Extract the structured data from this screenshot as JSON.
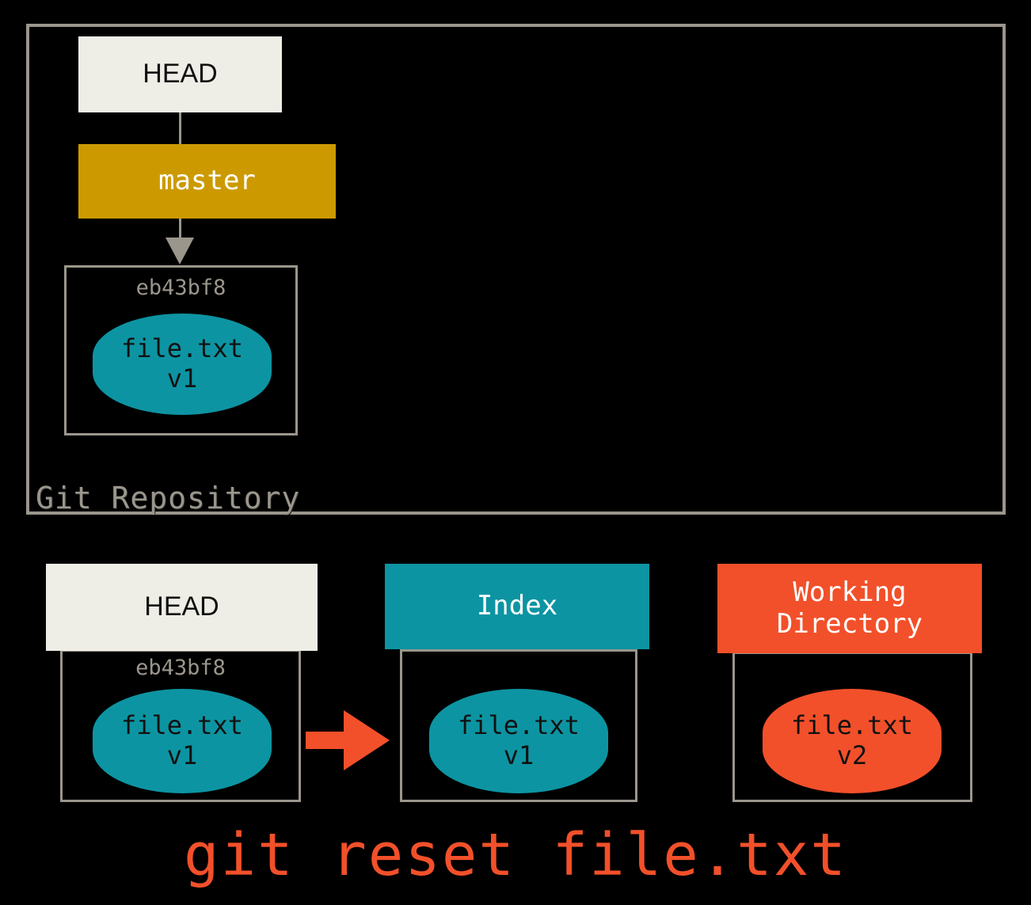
{
  "diagram": {
    "title_caption": "git reset file.txt",
    "background_color": "#000000",
    "colors": {
      "frame_gray": "#9b968c",
      "head_cream": "#eeeee6",
      "branch_gold": "#cc9a00",
      "index_teal": "#0d94a2",
      "working_orange": "#f2502a",
      "text_dark": "#111111",
      "text_light": "#ffffff"
    }
  },
  "repository": {
    "label": "Git Repository",
    "head_pointer": {
      "label": "HEAD"
    },
    "branch": {
      "label": "master"
    },
    "commit": {
      "hash": "eb43bf8",
      "file": {
        "name": "file.txt",
        "version": "v1"
      }
    }
  },
  "trees": {
    "columns": [
      {
        "id": "head",
        "header": "HEAD",
        "header_lines": [
          "HEAD"
        ],
        "hash": "eb43bf8",
        "file": {
          "name": "file.txt",
          "version": "v1"
        },
        "color": "#0d94a2"
      },
      {
        "id": "index",
        "header": "Index",
        "header_lines": [
          "Index"
        ],
        "hash": "",
        "file": {
          "name": "file.txt",
          "version": "v1"
        },
        "color": "#0d94a2"
      },
      {
        "id": "working-directory",
        "header": "Working Directory",
        "header_lines": [
          "Working",
          "Directory"
        ],
        "hash": "",
        "file": {
          "name": "file.txt",
          "version": "v2"
        },
        "color": "#f2502a"
      }
    ],
    "transfer_arrow": {
      "from": "head",
      "to": "index",
      "icon": "arrow-right-icon",
      "color": "#f2502a"
    }
  }
}
